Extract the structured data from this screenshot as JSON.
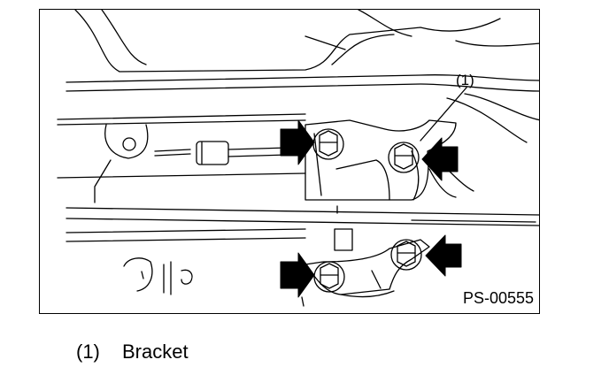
{
  "figure": {
    "callout_label": "(1)",
    "code": "PS-00555",
    "arrow_color": "#000000",
    "line_color": "#000000"
  },
  "legend": {
    "items": [
      {
        "number": "(1)",
        "label": "Bracket"
      }
    ]
  }
}
